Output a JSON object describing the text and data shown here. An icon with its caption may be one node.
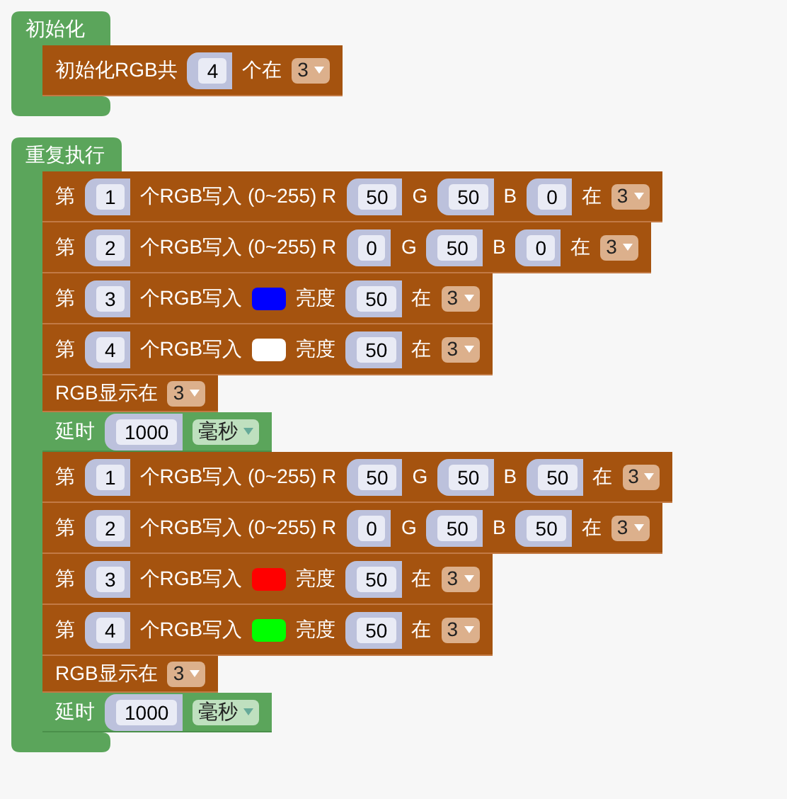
{
  "diagram": {
    "nodes": [
      {
        "text": [
          "初始化"
        ]
      },
      {
        "text": [
          "初始化RGB共",
          "个在"
        ]
      },
      {
        "text": [
          "4"
        ],
        "in": 1
      },
      {
        "text": [
          "3"
        ],
        "in": 1
      },
      {
        "text": [
          "重复执行"
        ]
      },
      {
        "text": [
          "第",
          "个RGB写入 (0~255) R",
          "G",
          "B",
          "在"
        ]
      },
      {
        "text": [
          "1"
        ],
        "in": 5
      },
      {
        "text": [
          "50"
        ],
        "in": 5
      },
      {
        "text": [
          "50"
        ],
        "in": 5
      },
      {
        "text": [
          "0"
        ],
        "in": 5
      },
      {
        "text": [
          "3"
        ],
        "in": 5
      },
      {
        "text": [
          "第",
          "个RGB写入 (0~255) R",
          "G",
          "B",
          "在"
        ]
      },
      {
        "text": [
          "2"
        ],
        "in": 11
      },
      {
        "text": [
          "0"
        ],
        "in": 11
      },
      {
        "text": [
          "50"
        ],
        "in": 11
      },
      {
        "text": [
          "0"
        ],
        "in": 11
      },
      {
        "text": [
          "3"
        ],
        "in": 11
      },
      {
        "text": [
          "第",
          "个RGB写入",
          "亮度",
          "在"
        ]
      },
      {
        "text": [
          "3"
        ],
        "in": 17
      },
      {
        "text": [
          "50"
        ],
        "in": 17
      },
      {
        "text": [
          "3"
        ],
        "in": 17
      },
      {
        "text": [
          "第",
          "个RGB写入",
          "亮度",
          "在"
        ]
      },
      {
        "text": [
          "4"
        ],
        "in": 21
      },
      {
        "text": [
          "50"
        ],
        "in": 21
      },
      {
        "text": [
          "3"
        ],
        "in": 21
      },
      {
        "text": [
          "RGB显示在"
        ]
      },
      {
        "text": [
          "3"
        ],
        "in": 25
      },
      {
        "text": [
          "延时"
        ]
      },
      {
        "text": [
          "1000"
        ],
        "in": 27
      },
      {
        "text": [
          "毫秒"
        ],
        "in": 27
      },
      {
        "text": [
          "第",
          "个RGB写入 (0~255) R",
          "G",
          "B",
          "在"
        ]
      },
      {
        "text": [
          "1"
        ],
        "in": 30
      },
      {
        "text": [
          "50"
        ],
        "in": 30
      },
      {
        "text": [
          "50"
        ],
        "in": 30
      },
      {
        "text": [
          "50"
        ],
        "in": 30
      },
      {
        "text": [
          "3"
        ],
        "in": 30
      },
      {
        "text": [
          "第",
          "个RGB写入 (0~255) R",
          "G",
          "B",
          "在"
        ]
      },
      {
        "text": [
          "2"
        ],
        "in": 36
      },
      {
        "text": [
          "0"
        ],
        "in": 36
      },
      {
        "text": [
          "50"
        ],
        "in": 36
      },
      {
        "text": [
          "50"
        ],
        "in": 36
      },
      {
        "text": [
          "3"
        ],
        "in": 36
      },
      {
        "text": [
          "第",
          "个RGB写入",
          "亮度",
          "在"
        ]
      },
      {
        "text": [
          "3"
        ],
        "in": 42
      },
      {
        "text": [
          "50"
        ],
        "in": 42
      },
      {
        "text": [
          "3"
        ],
        "in": 42
      },
      {
        "text": [
          "第",
          "个RGB写入",
          "亮度",
          "在"
        ]
      },
      {
        "text": [
          "4"
        ],
        "in": 46
      },
      {
        "text": [
          "50"
        ],
        "in": 46
      },
      {
        "text": [
          "3"
        ],
        "in": 46
      },
      {
        "text": [
          "RGB显示在"
        ]
      },
      {
        "text": [
          "3"
        ],
        "in": 50
      },
      {
        "text": [
          "延时"
        ]
      },
      {
        "text": [
          "1000"
        ],
        "in": 52
      },
      {
        "text": [
          "毫秒"
        ],
        "in": 52
      }
    ]
  }
}
